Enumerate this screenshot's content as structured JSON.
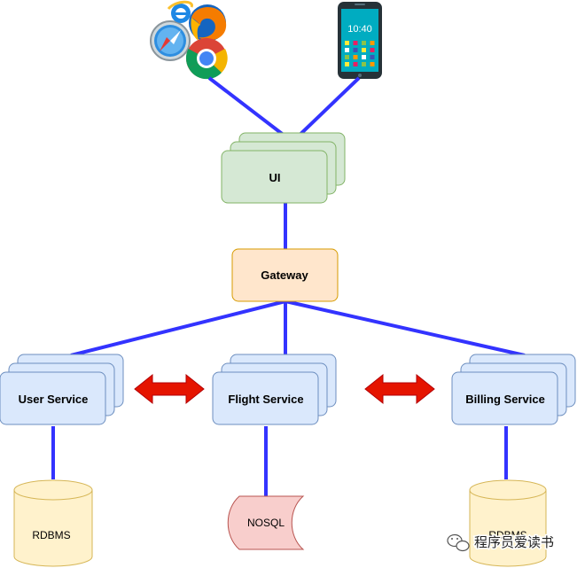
{
  "nodes": {
    "ui": {
      "label": "UI"
    },
    "gateway": {
      "label": "Gateway"
    },
    "user_service": {
      "label": "User Service"
    },
    "flight_service": {
      "label": "Flight Service"
    },
    "billing_service": {
      "label": "Billing Service"
    },
    "user_db": {
      "label": "RDBMS"
    },
    "flight_db": {
      "label": "NOSQL"
    },
    "billing_db": {
      "label": "RDBMS"
    }
  },
  "phone": {
    "time": "10:40"
  },
  "watermark": {
    "text": "程序员爱读书"
  },
  "colors": {
    "connector": "#3333ff",
    "ui_fill": "#d5e8d4",
    "ui_stroke": "#82b366",
    "gateway_fill": "#ffe6cc",
    "gateway_stroke": "#d79b00",
    "service_fill": "#dae8fc",
    "service_stroke": "#6c8ebf",
    "rdbms_fill": "#fff2cc",
    "rdbms_stroke": "#d6b656",
    "nosql_fill": "#f8cecc",
    "nosql_stroke": "#b85450",
    "arrow_fill": "#e51400"
  },
  "icons": [
    "browser-cluster-icon",
    "mobile-phone-icon",
    "wechat-icon"
  ]
}
